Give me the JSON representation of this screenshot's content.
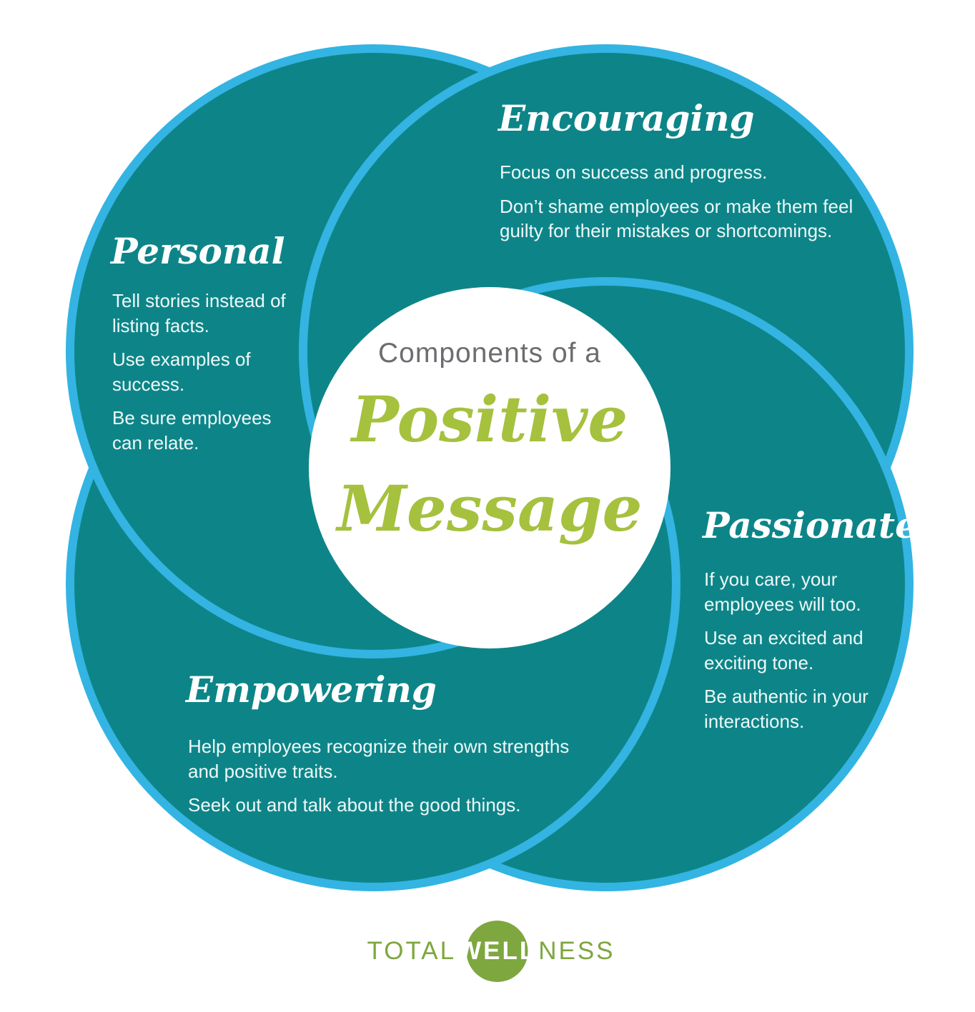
{
  "center": {
    "kicker": "Components of a",
    "title_line1": "Positive",
    "title_line2": "Message"
  },
  "sections": {
    "encouraging": {
      "heading": "Encouraging",
      "para1": "Focus on success and progress.",
      "para2": "Don’t shame employees or make them feel guilty for their mistakes or shortcomings."
    },
    "personal": {
      "heading": "Personal",
      "para1": "Tell stories instead of listing facts.",
      "para2": "Use examples of success.",
      "para3": "Be sure employees can relate."
    },
    "passionate": {
      "heading": "Passionate",
      "para1": "If you care, your employees will too.",
      "para2": "Use an excited and exciting tone.",
      "para3": "Be authentic in your interactions."
    },
    "empowering": {
      "heading": "Empowering",
      "para1": "Help employees recognize their own strengths and positive traits.",
      "para2": "Seek out and talk about the good things."
    }
  },
  "logo": {
    "total": "TOTAL",
    "well": "WELL",
    "ness": "NESS"
  },
  "colors": {
    "teal": "#0d8588",
    "cyan": "#33b4e2",
    "green": "#a5c13e",
    "logo_green": "#7ea73f",
    "gray": "#6b6d70",
    "body_text": "#eef8f8"
  }
}
